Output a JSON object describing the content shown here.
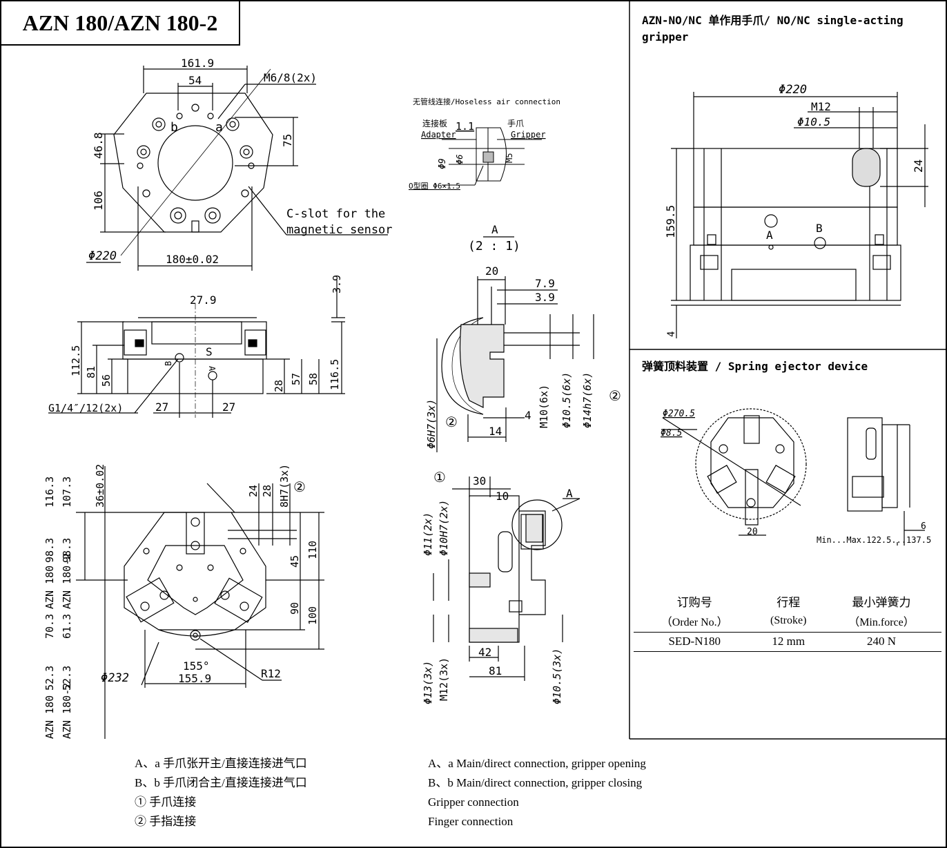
{
  "header": {
    "title": "AZN 180/AZN 180-2"
  },
  "panels": {
    "single_acting": "AZN-NO/NC 单作用手爪/ NO/NC single-acting gripper",
    "spring": "弹簧顶料装置 / Spring ejector device"
  },
  "top_view": {
    "d1619": "161.9",
    "d54": "54",
    "m6": "M6/8(2x)",
    "b": "b",
    "a": "a",
    "d75": "75",
    "d468": "46.8",
    "d106": "106",
    "cslot1": "C-slot for the",
    "cslot2": "magnetic sensor",
    "phi220": "Φ220",
    "d180": "180±0.02"
  },
  "air": {
    "title": "无管线连接/Hoseless air connection",
    "adapter_cn": "连接板",
    "adapter": "Adapter",
    "d11": "1.1",
    "gripper_cn": "手爪",
    "gripper": "Gripper",
    "phi9": "Φ9",
    "phi6": "Φ6",
    "m5": "M5",
    "oring": "O型圈 Φ6×1.5"
  },
  "detail_a": {
    "label": "A",
    "scale": "(2 : 1)",
    "d20": "20",
    "d79": "7.9",
    "d39": "3.9",
    "m10": "M10(6x)",
    "phi105": "Φ10.5(6x)",
    "phi14": "Φ14h7(6x)",
    "c2a": "②",
    "phi6h7": "Φ6H7(3x)",
    "c2b": "②",
    "d4": "4",
    "d14": "14"
  },
  "side_view": {
    "d39": "3.9",
    "d279": "27.9",
    "d1125": "112.5",
    "d81": "81",
    "d56": "56",
    "s": "S",
    "b": "B",
    "a": "A",
    "d28": "28",
    "d57": "57",
    "d58": "58",
    "d1165": "116.5",
    "g14": "G1/4″/12(2x)",
    "d27a": "27",
    "d27b": "27"
  },
  "bottom_view": {
    "d1163": "116.3",
    "d1073": "107.3",
    "d36": "36±0.02",
    "d24": "24",
    "d28": "28",
    "h7": "8H7(3x)",
    "c2": "②",
    "d983": "98.3",
    "d9831": "98.3",
    "azn180": "AZN 180",
    "azn1802": "AZN 180-2",
    "d703": "70.3",
    "d613": "61.3",
    "d110": "110",
    "d45": "45",
    "d90": "90",
    "d100": "100",
    "d523": "52.3",
    "d5231": "52.3",
    "azn180b": "AZN 180",
    "azn1802b": "AZN 180-2",
    "phi232": "Φ232",
    "d155": "155°",
    "d1559": "155.9",
    "r12": "R12"
  },
  "front_view": {
    "c1": "①",
    "d30": "30",
    "d10": "10",
    "a": "A",
    "phi11": "Φ11(2x)",
    "phi10h7": "Φ10H7(2x)",
    "d42": "42",
    "d81": "81",
    "phi13": "Φ13(3x)",
    "m12": "M12(3x)",
    "phi105": "Φ10.5(3x)"
  },
  "single_view": {
    "phi220": "Φ220",
    "m12": "M12",
    "phi105": "Φ10.5",
    "d24": "24",
    "d1595": "159.5",
    "a": "A",
    "b": "B",
    "d4": "4"
  },
  "spring_view": {
    "phi2705": "Φ270.5",
    "phi85": "Φ8.5",
    "d20": "20",
    "d6": "6",
    "minmax": "Min...Max.122.5...137.5"
  },
  "order": {
    "headers": [
      "订购号",
      "行程",
      "最小弹簧力"
    ],
    "headers_en": [
      "（Order No.）",
      "(Stroke)",
      "（Min.force）"
    ],
    "rows": [
      [
        "SED-N180",
        "12 mm",
        "240 N"
      ]
    ]
  },
  "legend": {
    "cn": [
      "A、a 手爪张开主/直接连接进气口",
      "B、b 手爪闭合主/直接连接进气口",
      "① 手爪连接",
      "② 手指连接"
    ],
    "en": [
      "A、a Main/direct connection, gripper opening",
      "B、b Main/direct connection, gripper closing",
      "Gripper connection",
      "Finger connection"
    ]
  }
}
